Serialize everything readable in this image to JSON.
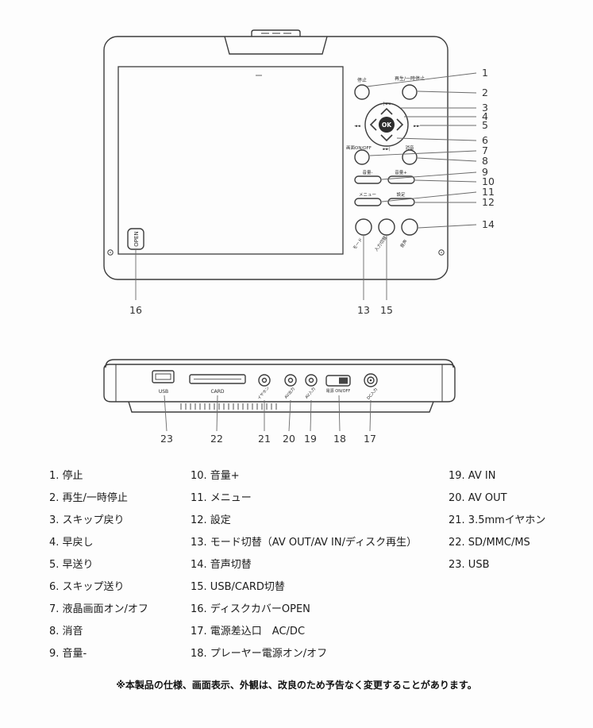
{
  "top_view": {
    "open_label": "OPEN",
    "ok_label": "OK",
    "labels": {
      "stop": "停止",
      "play_pause": "再生/一時停止",
      "screen_onoff": "画面ON/OFF",
      "mute": "消音",
      "vol_minus": "音量-",
      "vol_plus": "音量+",
      "menu": "メニュー",
      "settings": "設定",
      "mode": "モード",
      "input_switch": "入力切替",
      "audio": "音声",
      "glyph_skip_back": "|◄◄",
      "glyph_rew": "◄◄",
      "glyph_ff": "►►",
      "glyph_skip_fwd": "►►|"
    }
  },
  "bottom_view": {
    "labels": {
      "usb": "USB",
      "card": "CARD",
      "earphone": "イヤホン",
      "av_out": "AV出力",
      "av_in": "AV入力",
      "power": "電源 ON/OFF",
      "dc": "DC入力"
    }
  },
  "callouts": {
    "n1": "1",
    "n2": "2",
    "n3": "3",
    "n4": "4",
    "n5": "5",
    "n6": "6",
    "n7": "7",
    "n8": "8",
    "n9": "9",
    "n10": "10",
    "n11": "11",
    "n12": "12",
    "n13": "13",
    "n14": "14",
    "n15": "15",
    "n16": "16",
    "n17": "17",
    "n18": "18",
    "n19": "19",
    "n20": "20",
    "n21": "21",
    "n22": "22",
    "n23": "23"
  },
  "legend": {
    "col1": [
      "1. 停止",
      "2. 再生/一時停止",
      "3. スキップ戻り",
      "4. 早戻し",
      "5. 早送り",
      "6. スキップ送り",
      "7. 液晶画面オン/オフ",
      "8. 消音",
      "9. 音量-"
    ],
    "col2": [
      "10. 音量+",
      "11. メニュー",
      "12. 設定",
      "13. モード切替（AV OUT/AV IN/ディスク再生）",
      "14. 音声切替",
      "15. USB/CARD切替",
      "16. ディスクカバーOPEN",
      "17. 電源差込口　AC/DC",
      "18. プレーヤー電源オン/オフ"
    ],
    "col3": [
      "19. AV IN",
      "20. AV OUT",
      "21. 3.5mmイヤホン",
      "22. SD/MMC/MS",
      "23. USB"
    ]
  },
  "footnote": "※本製品の仕様、画面表示、外観は、改良のため予告なく変更することがあります。"
}
